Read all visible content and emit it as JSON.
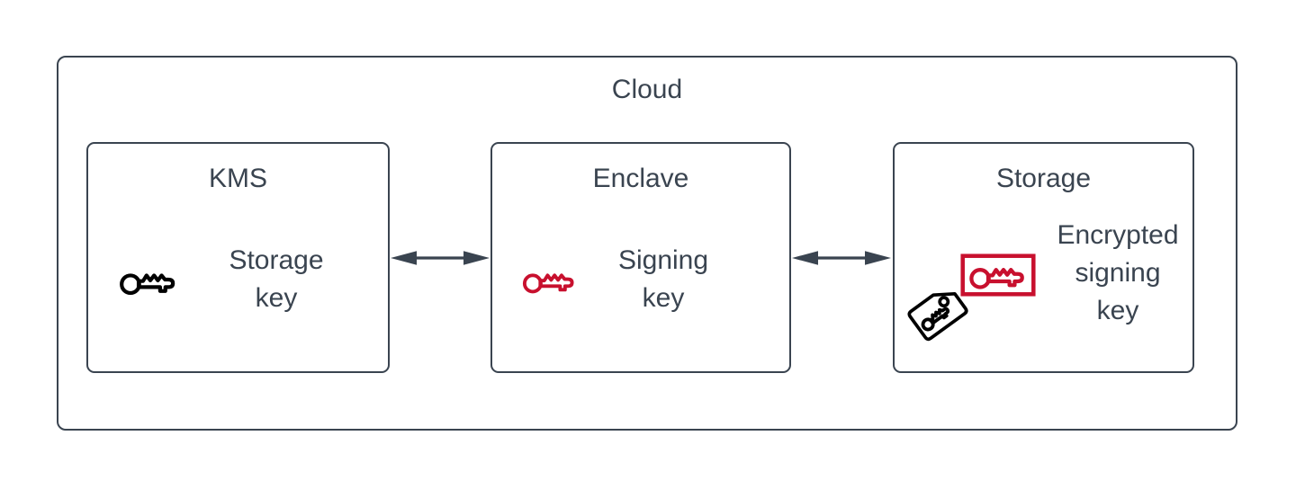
{
  "diagram": {
    "container": {
      "title": "Cloud"
    },
    "nodes": [
      {
        "id": "kms",
        "title": "KMS",
        "label": "Storage\nkey",
        "icon": "key-icon",
        "icon_color": "#000000"
      },
      {
        "id": "enclave",
        "title": "Enclave",
        "label": "Signing\nkey",
        "icon": "key-icon",
        "icon_color": "#c8102e"
      },
      {
        "id": "storage",
        "title": "Storage",
        "label": "Encrypted\nsigning\nkey",
        "icons": [
          "boxed-key-icon",
          "tagged-key-icon"
        ],
        "icon_colors": [
          "#c8102e",
          "#000000"
        ]
      }
    ],
    "edges": [
      {
        "from": "KMS",
        "to": "Enclave",
        "style": "double-headed-arrow"
      },
      {
        "from": "Enclave",
        "to": "Storage",
        "style": "double-headed-arrow"
      }
    ],
    "colors": {
      "outline": "#3a4450",
      "text": "#3a4450",
      "accent_red": "#c8102e",
      "icon_black": "#000000",
      "background": "#ffffff"
    }
  }
}
